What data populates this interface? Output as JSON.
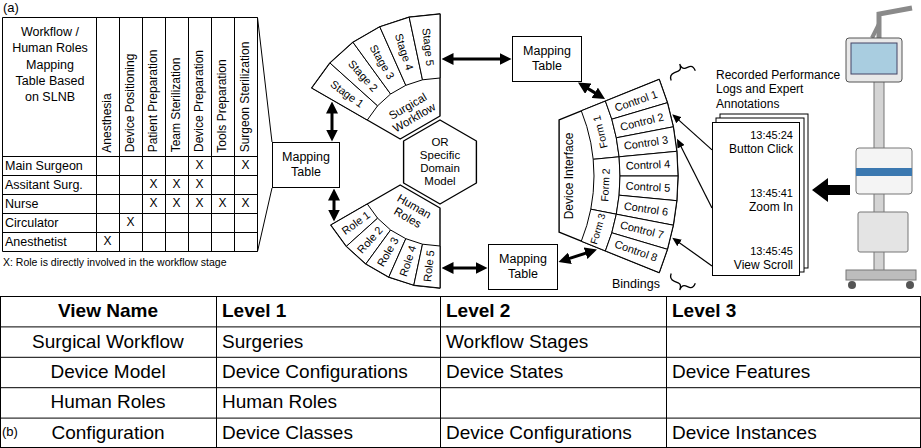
{
  "diagram": {
    "nodes": [
      {
        "text": [
          "Mapping Table"
        ]
      },
      {
        "text": [
          "Surgical Workflow"
        ]
      },
      {
        "text": [
          "Stage 1"
        ],
        "in": 1
      },
      {
        "text": [
          "Stage 2"
        ],
        "in": 1
      },
      {
        "text": [
          "Stage 3"
        ],
        "in": 1
      },
      {
        "text": [
          "Stage 4"
        ],
        "in": 1
      },
      {
        "text": [
          "Stage 5"
        ],
        "in": 1
      },
      {
        "text": [
          "Mapping Table"
        ]
      },
      {
        "text": [
          "OR Specific Domain Model"
        ]
      },
      {
        "text": [
          "Device Interface"
        ]
      },
      {
        "text": [
          "Form 1"
        ],
        "in": 9
      },
      {
        "text": [
          "Form 2"
        ],
        "in": 9
      },
      {
        "text": [
          "Form 3"
        ],
        "in": 9
      },
      {
        "text": [
          "Control 1"
        ],
        "in": 9
      },
      {
        "text": [
          "Control 2"
        ],
        "in": 9
      },
      {
        "text": [
          "Control 3"
        ],
        "in": 9
      },
      {
        "text": [
          "Control 4"
        ],
        "in": 9
      },
      {
        "text": [
          "Control 5"
        ],
        "in": 9
      },
      {
        "text": [
          "Control 6"
        ],
        "in": 9
      },
      {
        "text": [
          "Control 7"
        ],
        "in": 9
      },
      {
        "text": [
          "Control 8"
        ],
        "in": 9
      },
      {
        "text": [
          "Human Roles"
        ]
      },
      {
        "text": [
          "Role 1"
        ],
        "in": 21
      },
      {
        "text": [
          "Role 2"
        ],
        "in": 21
      },
      {
        "text": [
          "Role 3"
        ],
        "in": 21
      },
      {
        "text": [
          "Role 4"
        ],
        "in": 21
      },
      {
        "text": [
          "Role 5"
        ],
        "in": 21
      },
      {
        "text": [
          "Mapping Table"
        ]
      },
      {
        "text": [
          "13:45:24",
          "Button Click",
          "13:45:41",
          "Zoom In",
          "13:45:45",
          "View Scroll"
        ]
      }
    ],
    "edges": [
      {
        "from": 0,
        "to": 1,
        "arrow": "both"
      },
      {
        "from": 0,
        "to": 21,
        "arrow": "both"
      },
      {
        "from": 1,
        "to": 7,
        "arrow": "both"
      },
      {
        "from": 7,
        "to": 9,
        "arrow": "both"
      },
      {
        "from": 21,
        "to": 27,
        "arrow": "both"
      },
      {
        "from": 27,
        "to": 9,
        "arrow": "both"
      },
      {
        "from": 28,
        "to": 14,
        "arrow": "to"
      },
      {
        "from": 28,
        "to": 15,
        "arrow": "to"
      },
      {
        "from": 28,
        "to": 19,
        "arrow": "to"
      }
    ],
    "labels": [
      "(a)",
      "Workflow / Human Roles Mapping Table Based on SLNB",
      "Anesthesia",
      "Device Positioning",
      "Patient Preparation",
      "Team Sterilization",
      "Device Preparation",
      "Tools Preparation",
      "Surgeon Sterilization",
      "Main Surgeon",
      "X",
      "X",
      "Assitant Surg.",
      "X",
      "X",
      "X",
      "Nurse",
      "X",
      "X",
      "X",
      "X",
      "X",
      "Circulator",
      "X",
      "Anesthetist",
      "X",
      "X: Role is directly involved in the workflow stage",
      "Recorded Performance Logs and Expert Annotations",
      "Bindings",
      "View Name",
      "Level 1",
      "Level 2",
      "Level 3",
      "Surgical Workflow",
      "Surgeries",
      "Workflow Stages",
      "Device Model",
      "Device Configurations",
      "Device States",
      "Device Features",
      "Human Roles",
      "Human Roles",
      "Configuration",
      "Device Classes",
      "Device Configurations",
      "Device Instances",
      "(b)"
    ]
  }
}
